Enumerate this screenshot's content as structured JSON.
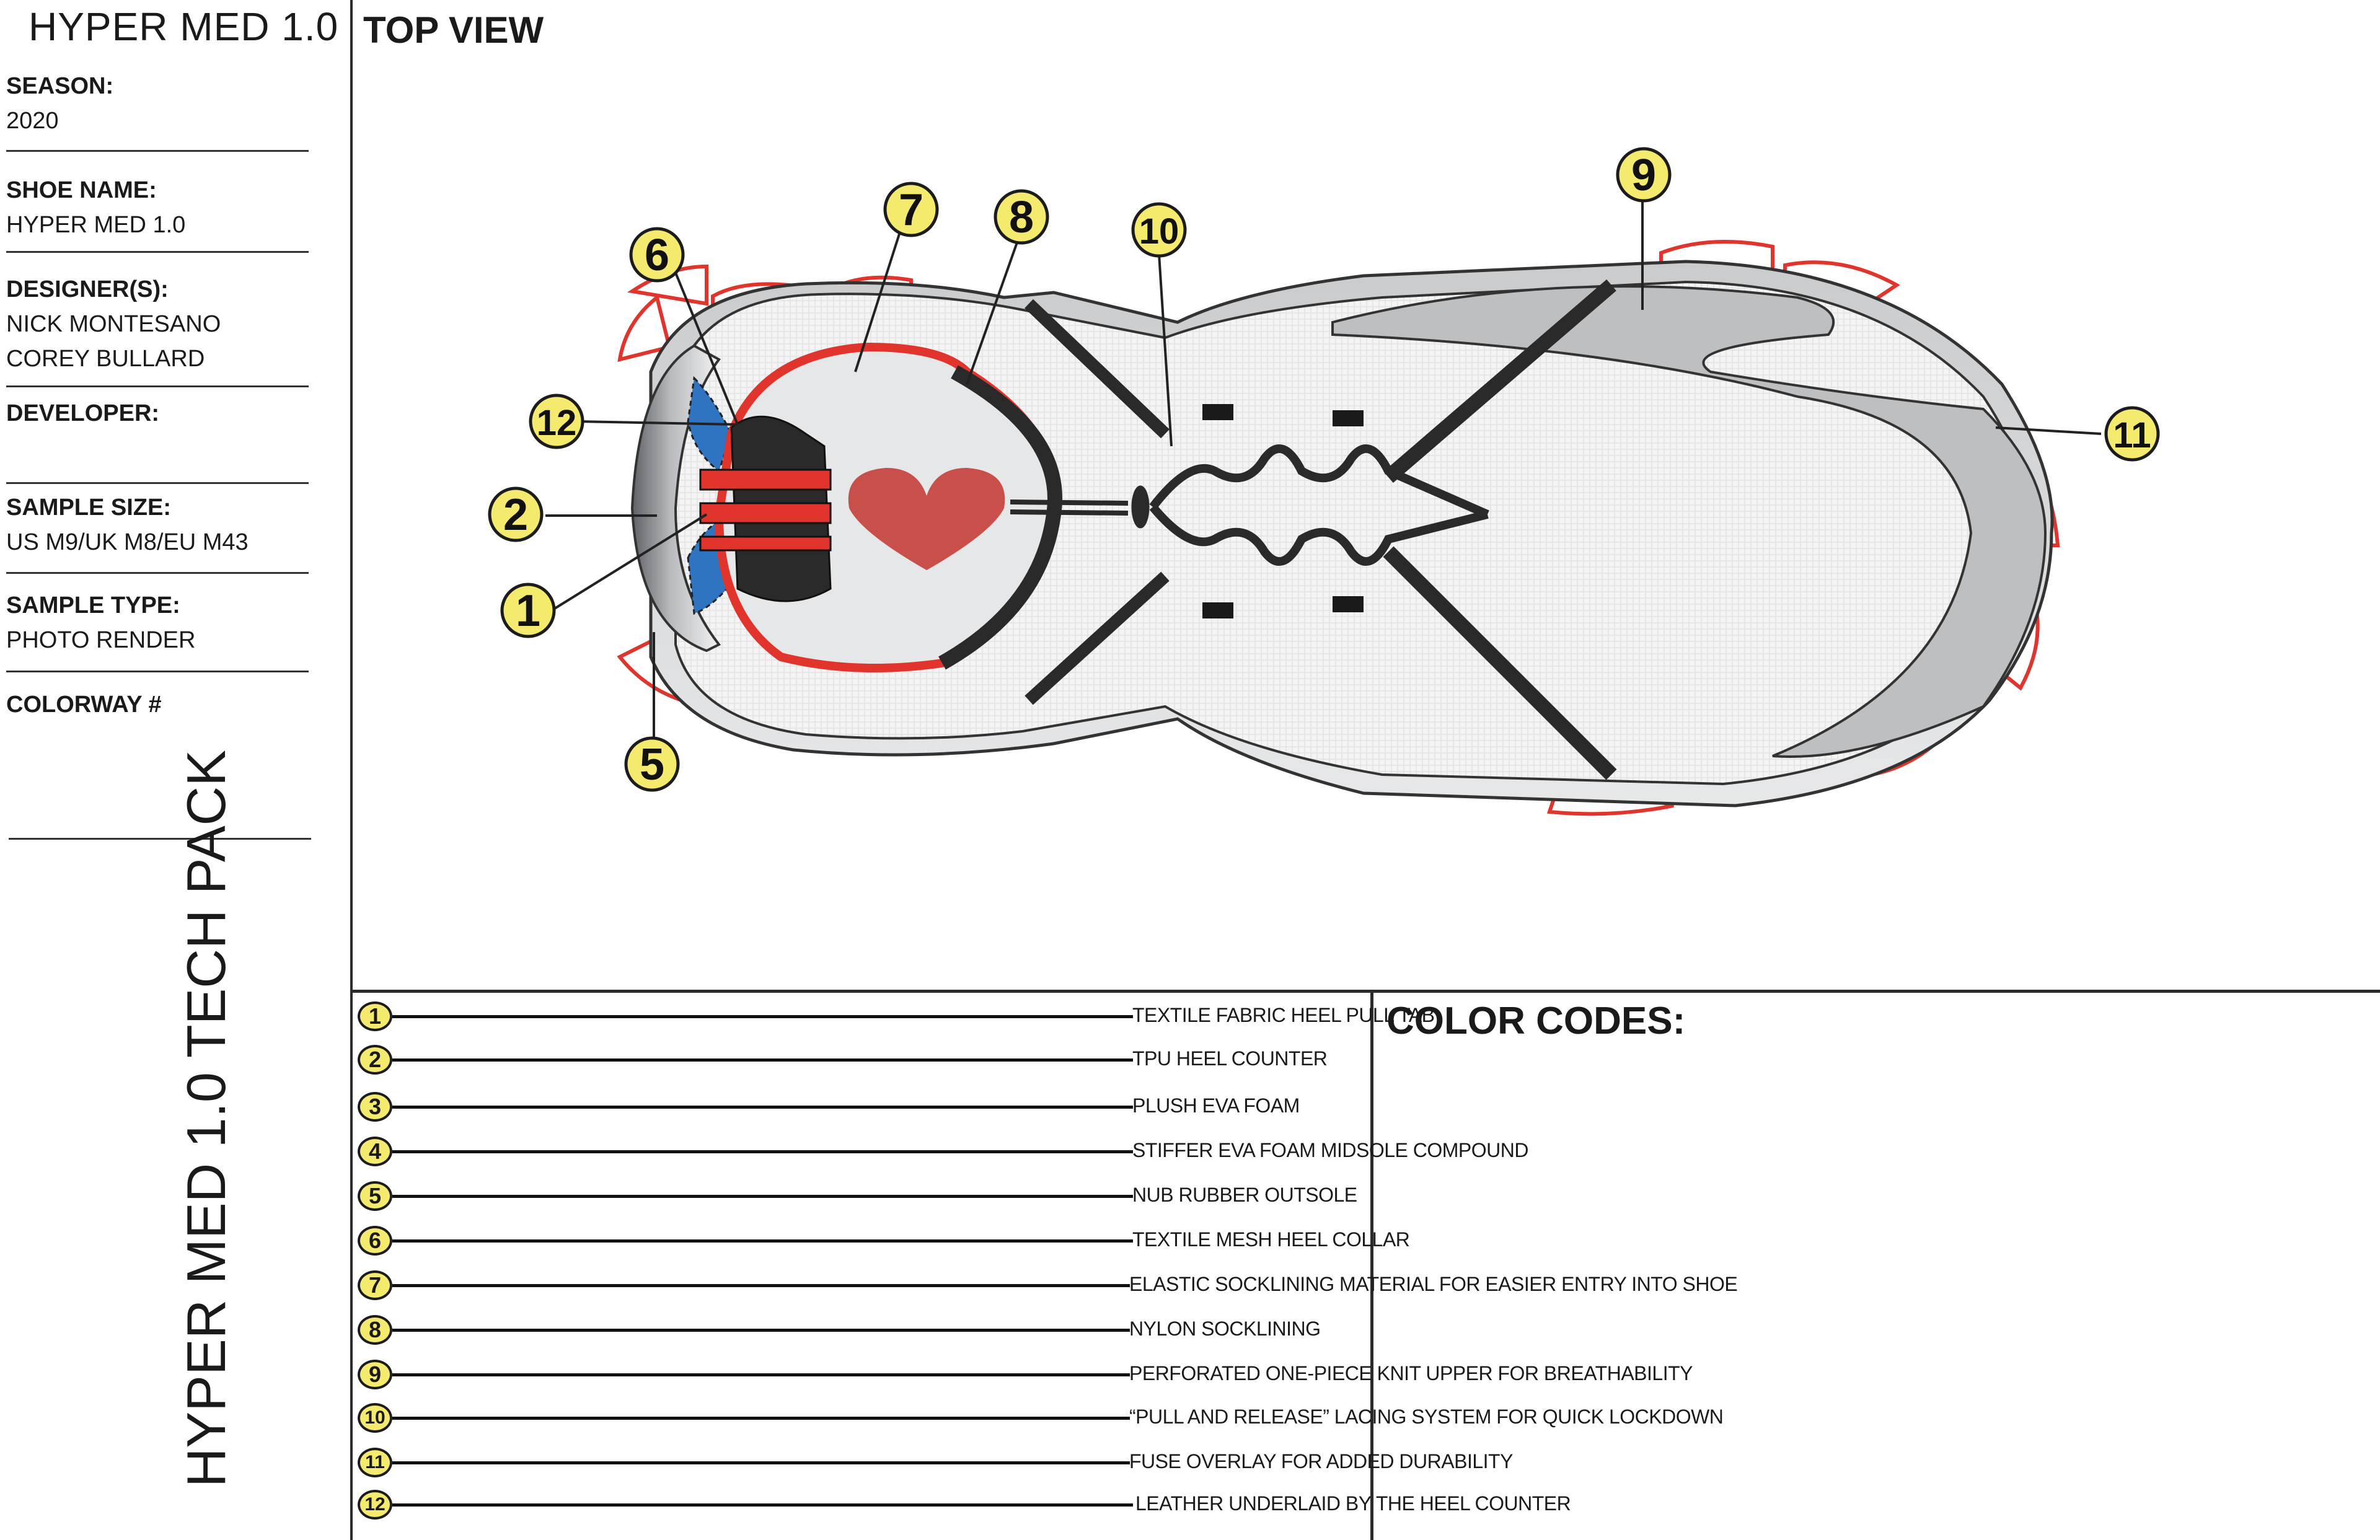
{
  "header": {
    "title": "HYPER MED 1.0"
  },
  "fields": [
    {
      "label": "SEASON:",
      "values": [
        "2020"
      ]
    },
    {
      "label": "SHOE NAME:",
      "values": [
        "HYPER MED 1.0"
      ]
    },
    {
      "label": "DESIGNER(S):",
      "values": [
        "NICK MONTESANO",
        "COREY BULLARD"
      ]
    },
    {
      "label": "DEVELOPER:",
      "values": []
    },
    {
      "label": "SAMPLE SIZE:",
      "values": [
        "US M9/UK M8/EU M43"
      ]
    },
    {
      "label": "SAMPLE TYPE:",
      "values": [
        "PHOTO RENDER"
      ]
    },
    {
      "label": "COLORWAY #",
      "values": []
    }
  ],
  "vertical_title": "HYPER MED 1.0 TECH PACK",
  "view_title": "TOP VIEW",
  "color_codes_title": "COLOR CODES:",
  "callouts": [
    "1",
    "2",
    "5",
    "6",
    "7",
    "8",
    "9",
    "10",
    "11",
    "12"
  ],
  "legend": [
    {
      "num": "1",
      "text": "TEXTILE FABRIC HEEL PULL TAB"
    },
    {
      "num": "2",
      "text": "TPU HEEL COUNTER"
    },
    {
      "num": "3",
      "text": "PLUSH EVA FOAM"
    },
    {
      "num": "4",
      "text": "STIFFER EVA FOAM MIDSOLE COMPOUND"
    },
    {
      "num": "5",
      "text": "NUB RUBBER OUTSOLE"
    },
    {
      "num": "6",
      "text": "TEXTILE MESH HEEL COLLAR"
    },
    {
      "num": "7",
      "text": "ELASTIC SOCKLINING MATERIAL FOR EASIER ENTRY INTO SHOE"
    },
    {
      "num": "8",
      "text": "NYLON SOCKLINING"
    },
    {
      "num": "9",
      "text": "PERFORATED ONE-PIECE KNIT UPPER FOR BREATHABILITY"
    },
    {
      "num": "10",
      "text": "“PULL AND RELEASE” LACING SYSTEM FOR QUICK LOCKDOWN"
    },
    {
      "num": "11",
      "text": "FUSE OVERLAY FOR ADDED DURABILITY"
    },
    {
      "num": "12",
      "text": "LEATHER UNDERLAID BY THE HEEL COUNTER"
    }
  ],
  "colors": {
    "accent_red": "#e0342c",
    "heart_red": "#c9504a",
    "badge_yellow": "#f3ea6e",
    "mesh_blue": "#2f74c0",
    "overlay_gray": "#bdbfc1",
    "upper_white": "#f4f4f4"
  }
}
